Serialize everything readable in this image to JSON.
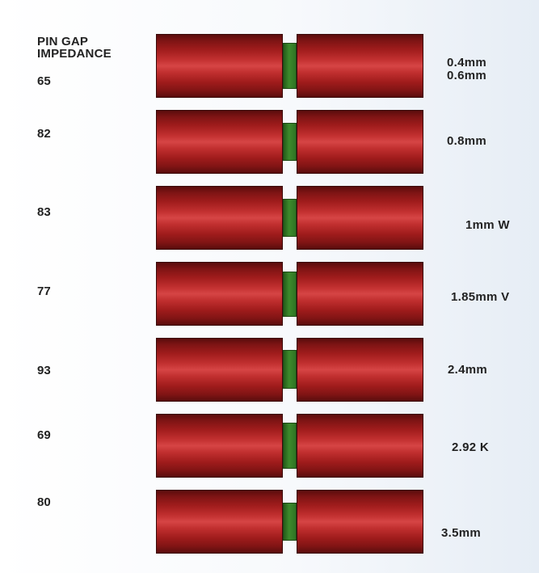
{
  "header": {
    "line1": "PIN GAP",
    "line2": "IMPEDANCE"
  },
  "colors": {
    "body": "#b52626",
    "pin": "#3a8a2a",
    "text": "#222222",
    "background": "#f4f7fb"
  },
  "connectors": [
    {
      "impedance": "65",
      "gap": "0.4mm",
      "gap2": "0.6mm"
    },
    {
      "impedance": "82",
      "gap": "0.8mm"
    },
    {
      "impedance": "83",
      "gap": "1mm  W"
    },
    {
      "impedance": "77",
      "gap": "1.85mm  V"
    },
    {
      "impedance": "93",
      "gap": "2.4mm"
    },
    {
      "impedance": "69",
      "gap": "2.92  K"
    },
    {
      "impedance": "80",
      "gap": "3.5mm"
    }
  ]
}
